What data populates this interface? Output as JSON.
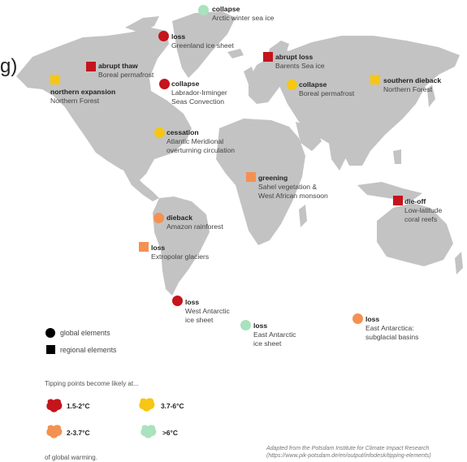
{
  "stray_text": "g)",
  "colors": {
    "land": "#c3c3c3",
    "tier_1": "#c4141c",
    "tier_2": "#f39152",
    "tier_3": "#f7c612",
    "tier_4": "#a9e2bd"
  },
  "elements": [
    {
      "key": "arctic-sea-ice",
      "shape": "circle",
      "tier": "tier_4",
      "title": "collapse",
      "desc": [
        "Arctic winter sea ice"
      ]
    },
    {
      "key": "greenland-ice-sheet",
      "shape": "circle",
      "tier": "tier_1",
      "title": "loss",
      "desc": [
        "Greenland ice sheet"
      ]
    },
    {
      "key": "boreal-permafrost-na",
      "shape": "square",
      "tier": "tier_1",
      "title": "abrupt thaw",
      "desc": [
        "Boreal permafrost"
      ]
    },
    {
      "key": "northern-forest-na",
      "shape": "square",
      "tier": "tier_3",
      "title": "northern expansion",
      "desc": [
        "Northern Forest"
      ]
    },
    {
      "key": "labrador-irminger",
      "shape": "circle",
      "tier": "tier_1",
      "title": "collapse",
      "desc": [
        "Labrador-Irminger",
        "Seas Convection"
      ]
    },
    {
      "key": "barents-sea-ice",
      "shape": "square",
      "tier": "tier_1",
      "title": "abrupt loss",
      "desc": [
        "Barents Sea ice"
      ]
    },
    {
      "key": "boreal-permafrost-eurasia",
      "shape": "circle",
      "tier": "tier_3",
      "title": "collapse",
      "desc": [
        "Boreal permafrost"
      ]
    },
    {
      "key": "northern-forest-eurasia",
      "shape": "square",
      "tier": "tier_3",
      "title": "southern dieback",
      "desc": [
        "Northern Forest"
      ]
    },
    {
      "key": "amoc",
      "shape": "circle",
      "tier": "tier_3",
      "title": "cessation",
      "desc": [
        "Atlantic Meridional",
        "overturning circulation"
      ]
    },
    {
      "key": "sahel",
      "shape": "square",
      "tier": "tier_2",
      "title": "greening",
      "desc": [
        "Sahel vegetation &",
        "West African monsoon"
      ]
    },
    {
      "key": "coral-reefs",
      "shape": "square",
      "tier": "tier_1",
      "title": "die-off",
      "desc": [
        "Low-latitude",
        "coral reefs"
      ]
    },
    {
      "key": "amazon",
      "shape": "circle",
      "tier": "tier_2",
      "title": "dieback",
      "desc": [
        "Amazon rainforest"
      ]
    },
    {
      "key": "extrapolar-glaciers",
      "shape": "square",
      "tier": "tier_2",
      "title": "loss",
      "desc": [
        "Extropolar glaciers"
      ]
    },
    {
      "key": "west-antarctic",
      "shape": "circle",
      "tier": "tier_1",
      "title": "loss",
      "desc": [
        "West Antarctic",
        "ice sheet"
      ]
    },
    {
      "key": "east-antarctic",
      "shape": "circle",
      "tier": "tier_4",
      "title": "loss",
      "desc": [
        "East Antarctic",
        "ice sheet"
      ]
    },
    {
      "key": "east-antarctica-basins",
      "shape": "circle",
      "tier": "tier_2",
      "title": "loss",
      "desc": [
        "East Antarctica:",
        "subglacial basins"
      ]
    }
  ],
  "legend": {
    "global_label": "global elements",
    "regional_label": "regional elements"
  },
  "tipping": {
    "header": "Tipping points become likely at...",
    "levels": [
      {
        "tier": "tier_1",
        "label": "1.5-2°C"
      },
      {
        "tier": "tier_3",
        "label": "3.7-6°C"
      },
      {
        "tier": "tier_2",
        "label": "2-3.7°C"
      },
      {
        "tier": "tier_4",
        "label": ">6°C"
      }
    ],
    "footer": "of global warming."
  },
  "credit": {
    "line1": "Adapted from the Potsdam Institute for Climate Impact Research",
    "line2": "(https://www.pik-potsdam.de/en/output/infodesk/tipping-elements)"
  }
}
